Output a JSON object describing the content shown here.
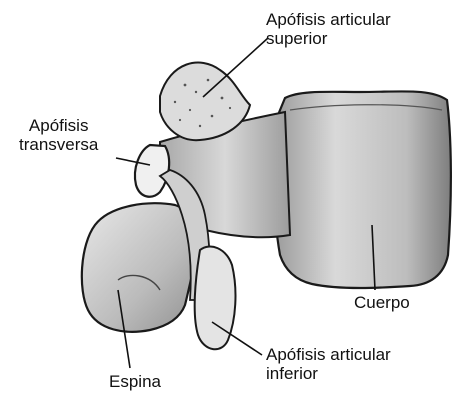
{
  "labels": {
    "articular_superior": [
      "Apófisis articular",
      "superior"
    ],
    "transversa": [
      "Apófisis",
      "transversa"
    ],
    "cuerpo": "Cuerpo",
    "articular_inferior": [
      "Apófisis articular",
      "inferior"
    ],
    "espina": "Espina"
  },
  "colors": {
    "bone_fill": "#c8c8c8",
    "bone_light": "#e6e6e6",
    "bone_shadow": "#8a8a8a",
    "outline": "#1a1a1a",
    "leader": "#111111"
  }
}
